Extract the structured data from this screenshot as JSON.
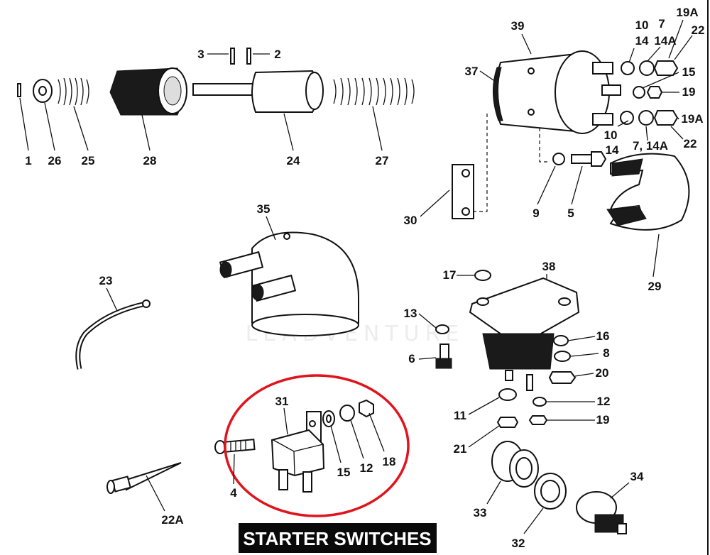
{
  "title": "STARTER SWITCHES",
  "watermark": "LEADVENTURE",
  "highlight_color": "#e0141c",
  "labels": {
    "l1": "1",
    "l26": "26",
    "l25": "25",
    "l28": "28",
    "l24": "24",
    "l27": "27",
    "l3": "3",
    "l2": "2",
    "l39": "39",
    "l37": "37",
    "l10a": "10",
    "l14a": "14",
    "l7a": "7",
    "l14Aa": "14A",
    "l19Aa": "19A",
    "l22a": "22",
    "l15a": "15",
    "l19a": "19",
    "l19Ab": "19A",
    "l22b": "22",
    "l10b": "10",
    "l14b": "14",
    "l714A": "7, 14A",
    "l9": "9",
    "l5": "5",
    "l30": "30",
    "l29": "29",
    "l35": "35",
    "l38": "38",
    "l17": "17",
    "l23": "23",
    "l13": "13",
    "l16": "16",
    "l8": "8",
    "l6": "6",
    "l20": "20",
    "l12a": "12",
    "l11": "11",
    "l19b": "19",
    "l21": "21",
    "l31": "31",
    "l15b": "15",
    "l12b": "12",
    "l18": "18",
    "l4": "4",
    "l22A": "22A",
    "l33": "33",
    "l34": "34",
    "l32": "32"
  }
}
